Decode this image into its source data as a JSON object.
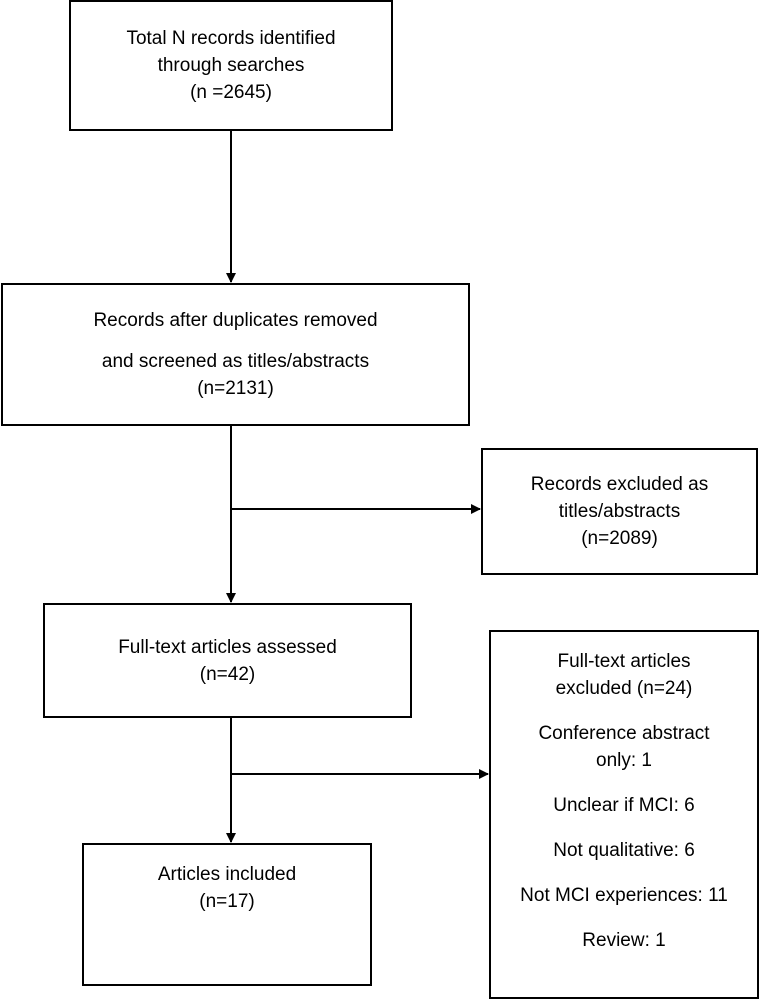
{
  "nodes": {
    "identified": {
      "lines": [
        "Total N records identified",
        "through searches",
        "(n =2645)"
      ]
    },
    "screened": {
      "lines": [
        "Records after duplicates removed",
        "and screened as titles/abstracts",
        "(n=2131)"
      ]
    },
    "excluded_titles": {
      "lines": [
        "Records excluded as",
        "titles/abstracts",
        "(n=2089)"
      ]
    },
    "fulltext_assessed": {
      "lines": [
        "Full-text articles assessed",
        "(n=42)"
      ]
    },
    "fulltext_excluded": {
      "lines": [
        "Full-text articles",
        "excluded (n=24)",
        "Conference abstract",
        "only: 1",
        "Unclear if MCI: 6",
        "Not qualitative: 6",
        "Not MCI experiences: 11",
        "Review: 1"
      ]
    },
    "included": {
      "lines": [
        "Articles included",
        "(n=17)"
      ]
    }
  },
  "edges": [
    {
      "from": "identified",
      "to": "screened"
    },
    {
      "from": "screened",
      "to": "fulltext_assessed"
    },
    {
      "from": "screened",
      "to": "excluded_titles"
    },
    {
      "from": "fulltext_assessed",
      "to": "included"
    },
    {
      "from": "fulltext_assessed",
      "to": "fulltext_excluded"
    }
  ]
}
